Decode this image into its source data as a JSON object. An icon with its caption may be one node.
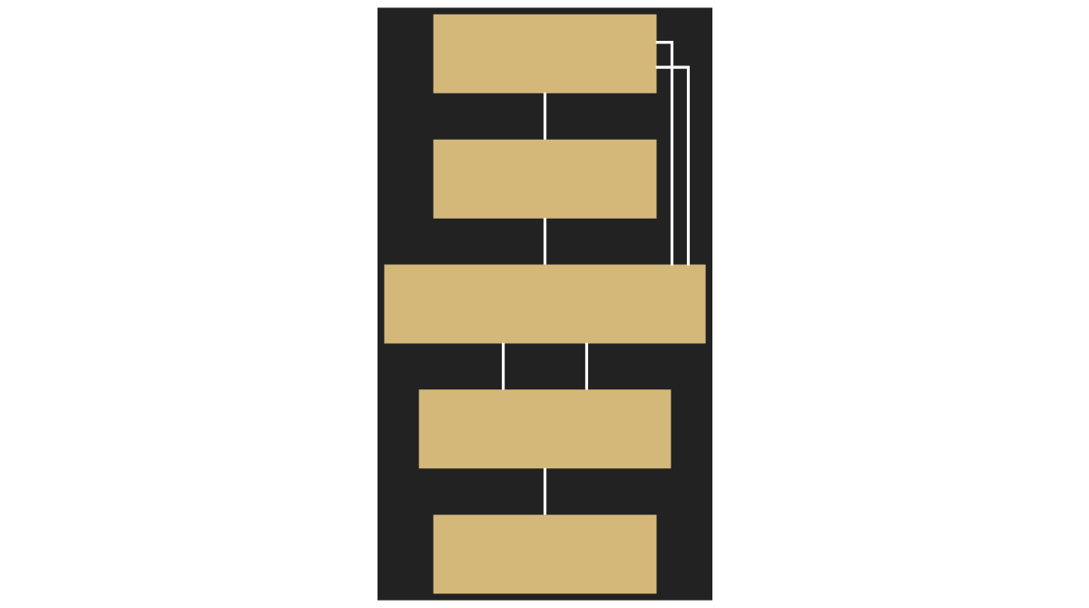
{
  "diagram": {
    "nodes": [
      {
        "text": [],
        "shape": "box"
      },
      {
        "text": [],
        "shape": "box"
      },
      {
        "text": [],
        "shape": "box"
      },
      {
        "text": [],
        "shape": "box"
      },
      {
        "text": [],
        "shape": "box"
      }
    ],
    "edges": [
      {
        "from": 0,
        "to": 1,
        "arrow": "none"
      },
      {
        "from": 0,
        "to": 2,
        "arrow": "none"
      },
      {
        "from": 1,
        "to": 2,
        "arrow": "none"
      },
      {
        "from": 0,
        "to": 2,
        "arrow": "none"
      },
      {
        "from": 2,
        "to": 3,
        "arrow": "none"
      },
      {
        "from": 2,
        "to": 3,
        "arrow": "none"
      },
      {
        "from": 3,
        "to": 4,
        "arrow": "none"
      }
    ]
  }
}
